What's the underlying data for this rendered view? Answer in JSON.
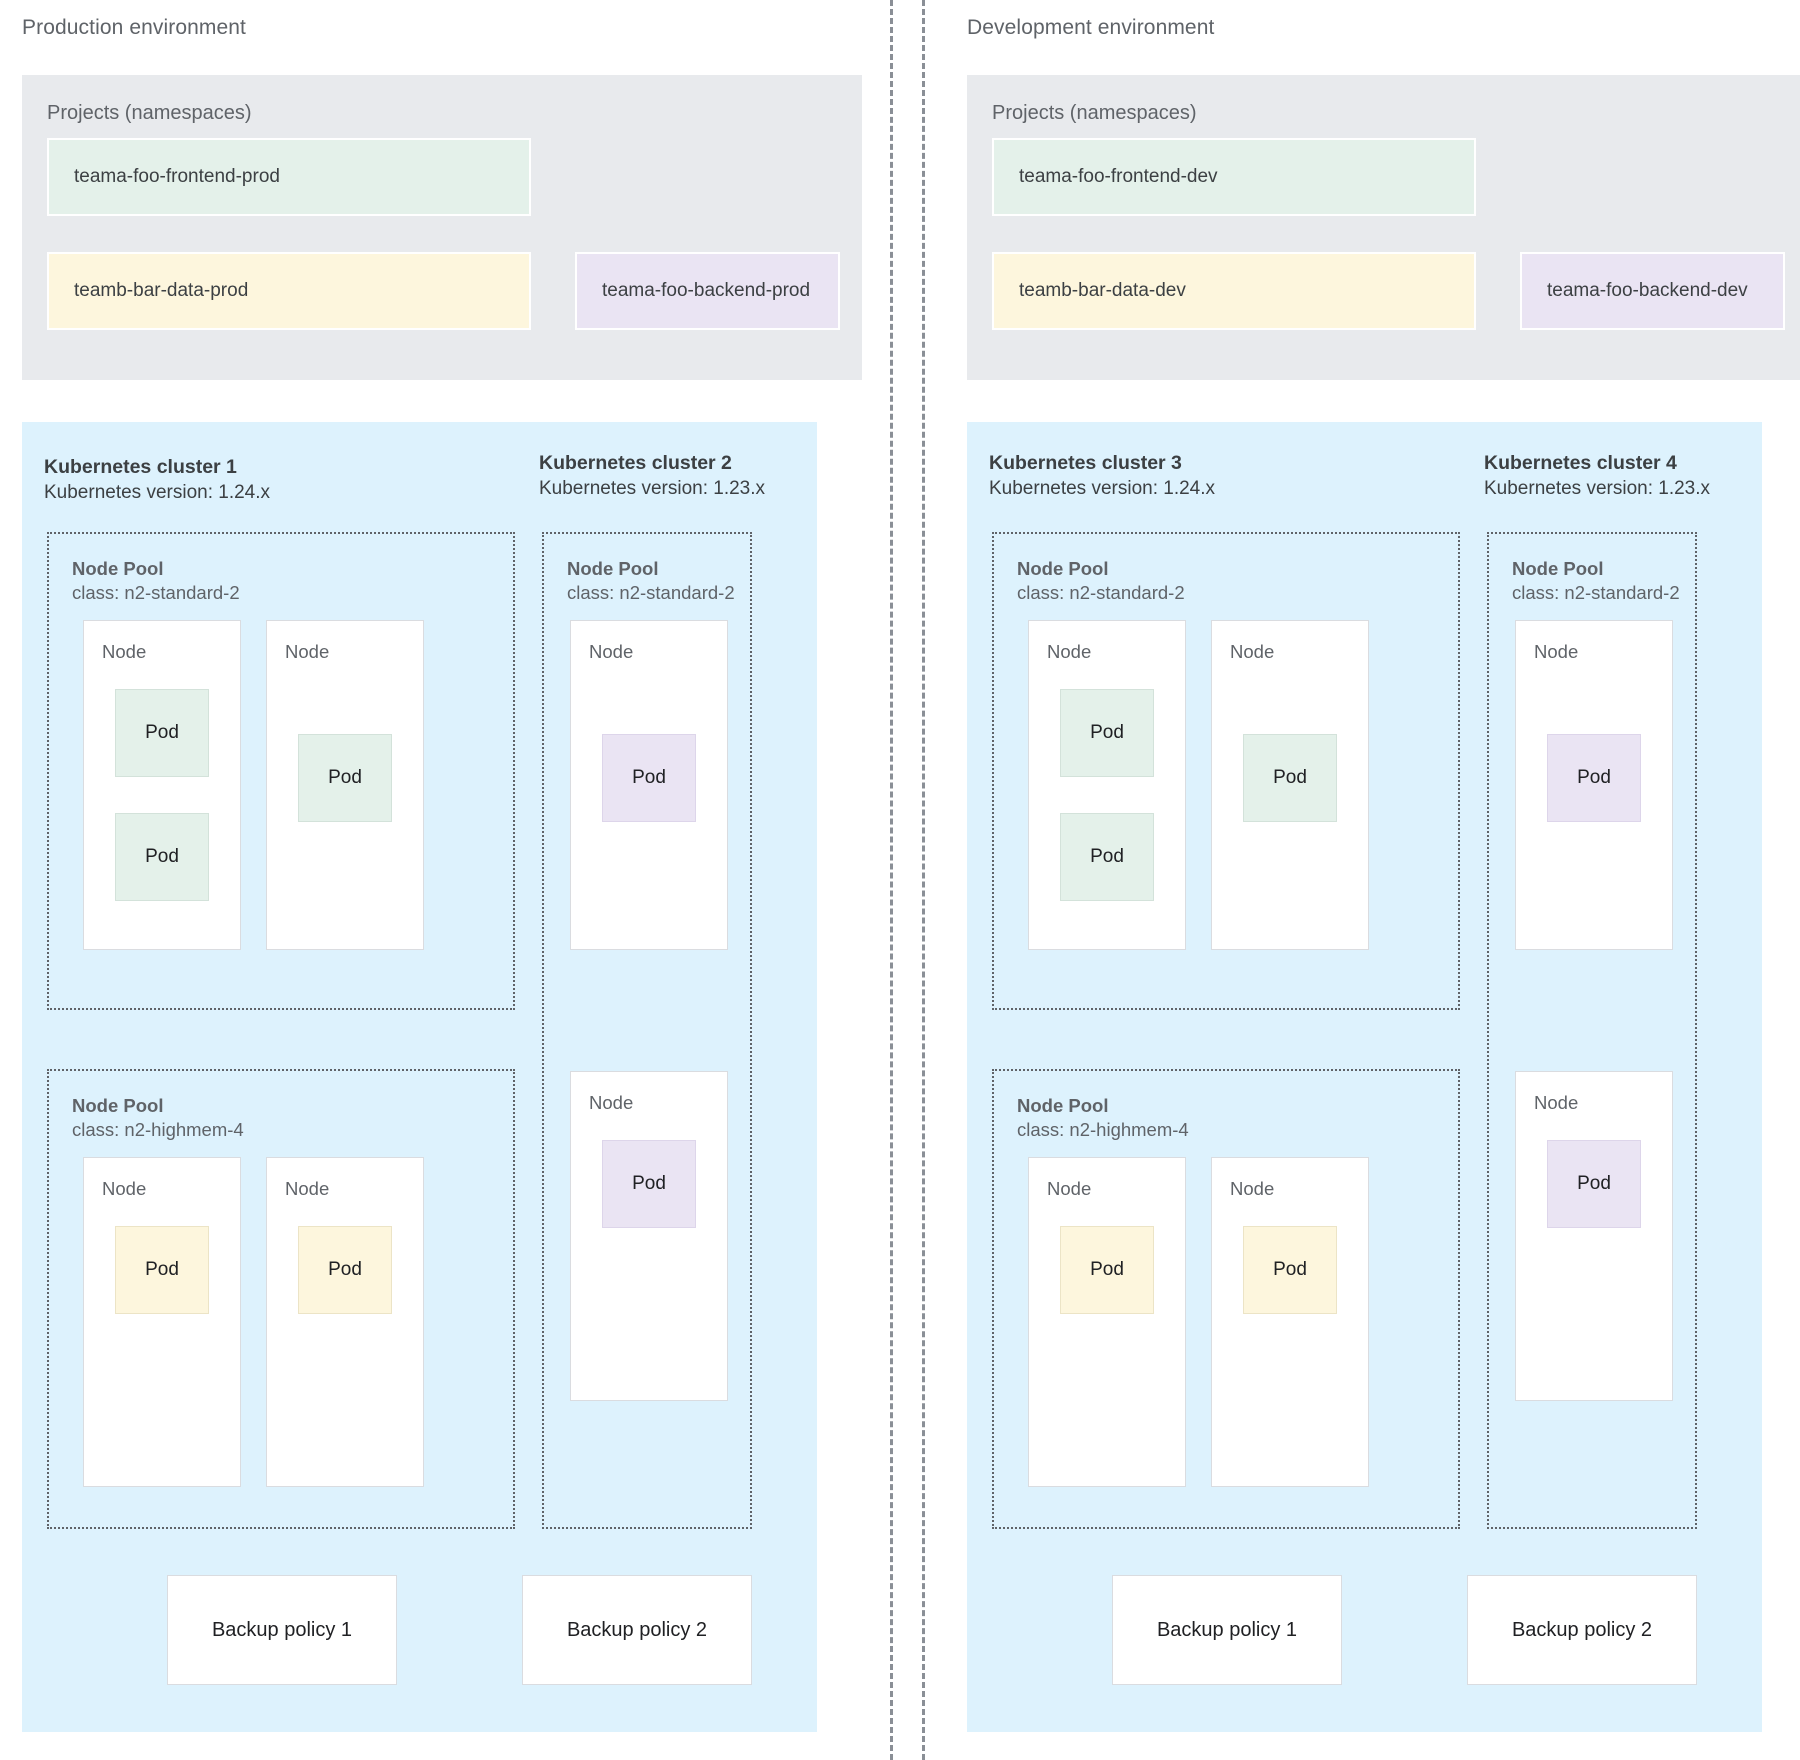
{
  "environments": [
    {
      "id": "production",
      "title": "Production environment",
      "projects": {
        "title": "Projects (namespaces)",
        "items": [
          {
            "name": "teama-foo-frontend-prod",
            "color": "green"
          },
          {
            "name": "teamb-bar-data-prod",
            "color": "yellow"
          },
          {
            "name": "teama-foo-backend-prod",
            "color": "purple"
          }
        ]
      },
      "clusters": [
        {
          "title": "Kubernetes cluster 1",
          "version": "Kubernetes version: 1.24.x",
          "node_pools": [
            {
              "title": "Node Pool",
              "class": "class: n2-standard-2",
              "show_label": true,
              "nodes": [
                {
                  "label": "Node",
                  "pods": [
                    {
                      "label": "Pod",
                      "color": "green"
                    },
                    {
                      "label": "Pod",
                      "color": "green"
                    }
                  ]
                },
                {
                  "label": "Node",
                  "pods": [
                    {
                      "label": "Pod",
                      "color": "green"
                    }
                  ]
                }
              ]
            },
            {
              "title": "Node Pool",
              "class": "class: n2-highmem-4",
              "show_label": true,
              "nodes": [
                {
                  "label": "Node",
                  "pods": [
                    {
                      "label": "Pod",
                      "color": "yellow"
                    }
                  ]
                },
                {
                  "label": "Node",
                  "pods": [
                    {
                      "label": "Pod",
                      "color": "yellow"
                    }
                  ]
                }
              ]
            }
          ],
          "backup_policy": "Backup policy 1"
        },
        {
          "title": "Kubernetes cluster 2",
          "version": "Kubernetes version: 1.23.x",
          "node_pools": [
            {
              "title": "Node Pool",
              "class": "class: n2-standard-2",
              "show_label": true,
              "nodes": [
                {
                  "label": "Node",
                  "pods": [
                    {
                      "label": "Pod",
                      "color": "purple"
                    }
                  ]
                },
                {
                  "label": "Node",
                  "pods": [
                    {
                      "label": "Pod",
                      "color": "purple"
                    }
                  ]
                }
              ]
            }
          ],
          "backup_policy": "Backup policy 2"
        }
      ]
    },
    {
      "id": "development",
      "title": "Development environment",
      "projects": {
        "title": "Projects (namespaces)",
        "items": [
          {
            "name": "teama-foo-frontend-dev",
            "color": "green"
          },
          {
            "name": "teamb-bar-data-dev",
            "color": "yellow"
          },
          {
            "name": "teama-foo-backend-dev",
            "color": "purple"
          }
        ]
      },
      "clusters": [
        {
          "title": "Kubernetes cluster 3",
          "version": "Kubernetes version: 1.24.x",
          "node_pools": [
            {
              "title": "Node Pool",
              "class": "class: n2-standard-2",
              "show_label": true,
              "nodes": [
                {
                  "label": "Node",
                  "pods": [
                    {
                      "label": "Pod",
                      "color": "green"
                    },
                    {
                      "label": "Pod",
                      "color": "green"
                    }
                  ]
                },
                {
                  "label": "Node",
                  "pods": [
                    {
                      "label": "Pod",
                      "color": "green"
                    }
                  ]
                }
              ]
            },
            {
              "title": "Node Pool",
              "class": "class: n2-highmem-4",
              "show_label": true,
              "nodes": [
                {
                  "label": "Node",
                  "pods": [
                    {
                      "label": "Pod",
                      "color": "yellow"
                    }
                  ]
                },
                {
                  "label": "Node",
                  "pods": [
                    {
                      "label": "Pod",
                      "color": "yellow"
                    }
                  ]
                }
              ]
            }
          ],
          "backup_policy": "Backup policy 1"
        },
        {
          "title": "Kubernetes cluster 4",
          "version": "Kubernetes version: 1.23.x",
          "node_pools": [
            {
              "title": "Node Pool",
              "class": "class: n2-standard-2",
              "show_label": true,
              "nodes": [
                {
                  "label": "Node",
                  "pods": [
                    {
                      "label": "Pod",
                      "color": "purple"
                    }
                  ]
                },
                {
                  "label": "Node",
                  "pods": [
                    {
                      "label": "Pod",
                      "color": "purple"
                    }
                  ]
                }
              ]
            }
          ],
          "backup_policy": "Backup policy 2"
        }
      ]
    }
  ],
  "colors": {
    "cluster_bg": "#ddf2fd",
    "projects_bg": "#e8eaed",
    "green": "#e4f1ea",
    "yellow": "#fdf6dd",
    "purple": "#eae4f3",
    "node_bg": "#ffffff",
    "text": "#3c4043",
    "muted_text": "#5f6368",
    "divider": "#8a8f96"
  }
}
